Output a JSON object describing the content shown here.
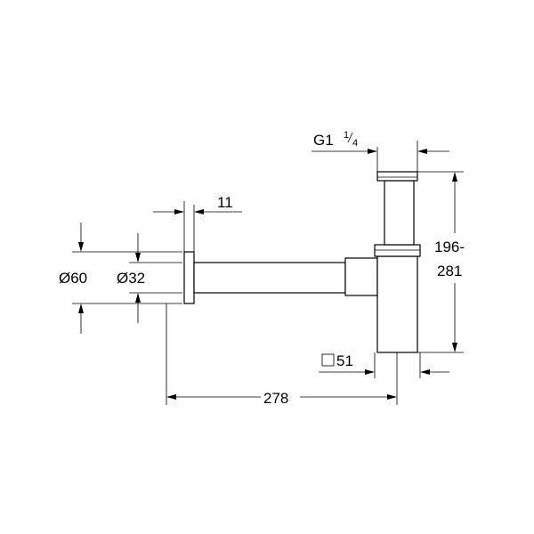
{
  "dimensions": {
    "dia_60": "Ø60",
    "dia_32": "Ø32",
    "flange_thickness": "11",
    "thread_main": "G1",
    "thread_num": "1",
    "thread_den": "4",
    "height_top": "196-",
    "height_bottom": "281",
    "square": "51",
    "length": "278"
  }
}
